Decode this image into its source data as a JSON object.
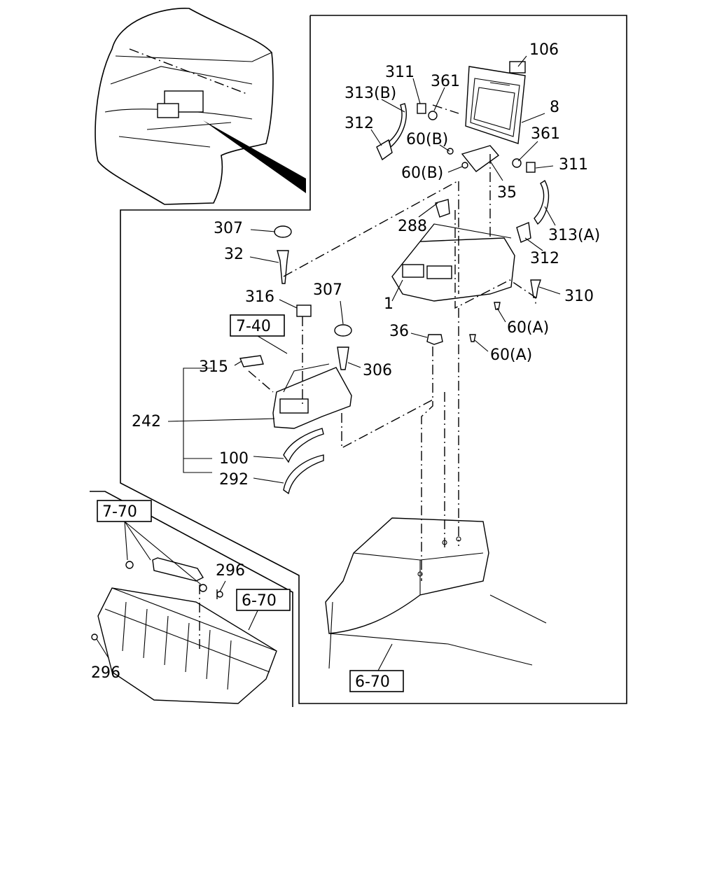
{
  "callouts": {
    "c106": "106",
    "c311a": "311",
    "c361a": "361",
    "c313b": "313(B)",
    "c8": "8",
    "c312a": "312",
    "c60b1": "60(B)",
    "c361b": "361",
    "c311b": "311",
    "c60b2": "60(B)",
    "c35": "35",
    "c288": "288",
    "c313a": "313(A)",
    "c307a": "307",
    "c32": "32",
    "c312b": "312",
    "c310": "310",
    "c316": "316",
    "c307b": "307",
    "c1": "1",
    "c60a1": "60(A)",
    "c36": "36",
    "c60a2": "60(A)",
    "c315": "315",
    "c306": "306",
    "c242": "242",
    "c100": "100",
    "c292": "292",
    "c296a": "296",
    "c296b": "296"
  },
  "refs": {
    "r740": "7-40",
    "r770": "7-70",
    "r670a": "6-70",
    "r670b": "6-70"
  }
}
